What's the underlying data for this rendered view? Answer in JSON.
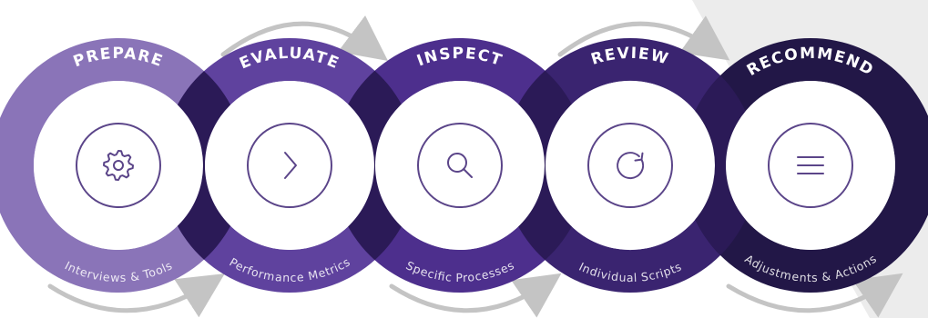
{
  "colors": {
    "background_band": "#ececec",
    "arrow": "#c4c4c4",
    "icon_stroke": "#5b4589",
    "overlap": "#2b1a57",
    "white": "#ffffff"
  },
  "stages": [
    {
      "title": "PREPARE",
      "subtitle": "Interviews & Tools",
      "icon": "gear-icon",
      "color": "#8a74b8"
    },
    {
      "title": "EVALUATE",
      "subtitle": "Performance Metrics",
      "icon": "chevron-right-icon",
      "color": "#5f429e"
    },
    {
      "title": "INSPECT",
      "subtitle": "Specific Processes",
      "icon": "search-icon",
      "color": "#4d2f8d"
    },
    {
      "title": "REVIEW",
      "subtitle": "Individual Scripts",
      "icon": "refresh-icon",
      "color": "#3a2470"
    },
    {
      "title": "RECOMMEND",
      "subtitle": "Adjustments & Actions",
      "icon": "menu-icon",
      "color": "#221747"
    }
  ]
}
